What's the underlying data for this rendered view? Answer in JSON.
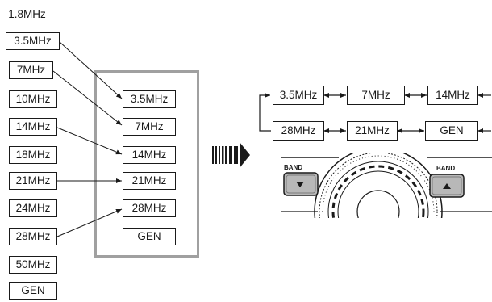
{
  "all_bands": [
    "1.8MHz",
    "3.5MHz",
    "7MHz",
    "10MHz",
    "14MHz",
    "18MHz",
    "21MHz",
    "24MHz",
    "28MHz",
    "50MHz",
    "GEN"
  ],
  "selected_bands": [
    "3.5MHz",
    "7MHz",
    "14MHz",
    "21MHz",
    "28MHz",
    "GEN"
  ],
  "cycle_row_top": [
    "3.5MHz",
    "7MHz",
    "14MHz"
  ],
  "cycle_row_bottom": [
    "28MHz",
    "21MHz",
    "GEN"
  ],
  "panel": {
    "left_button_label": "BAND",
    "right_button_label": "BAND",
    "down_icon": "triangle-down-icon",
    "up_icon": "triangle-up-icon"
  },
  "colors": {
    "frame": "#a0a0a0",
    "button_fill": "#b8b8b8",
    "ink": "#1a1a1a"
  }
}
